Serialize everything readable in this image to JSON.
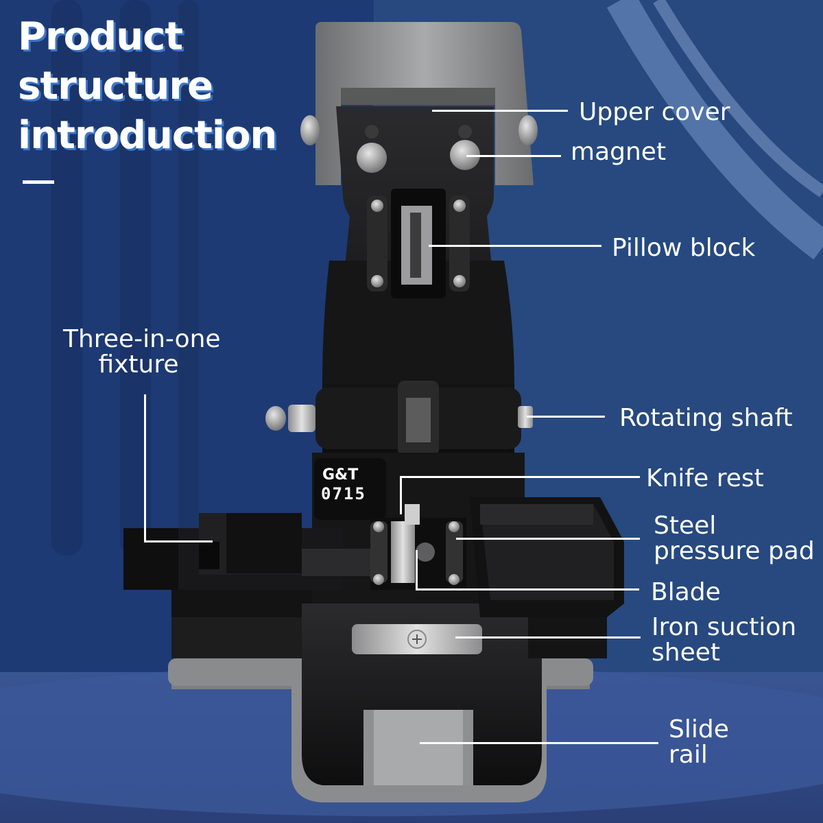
{
  "title": {
    "lines": [
      "Product",
      "structure",
      "introduction"
    ]
  },
  "brand": {
    "logo": "G&T",
    "model": "0715"
  },
  "labels": {
    "upper_cover": "Upper  cover",
    "magnet": "magnet",
    "pillow_block": "Pillow block",
    "three_in_one_line1": "Three-in-one",
    "three_in_one_line2": "fixture",
    "rotating_shaft": "Rotating shaft",
    "knife_rest": "Knife rest",
    "steel_pad_line1": "Steel",
    "steel_pad_line2": "pressure pad",
    "blade": "Blade",
    "iron_sheet_line1": "Iron suction",
    "iron_sheet_line2": "sheet",
    "slide_rail_line1": "Slide",
    "slide_rail_line2": "rail"
  },
  "colors": {
    "background": "#23427a",
    "title_shadow": "#3b76c9",
    "text": "#ffffff"
  }
}
